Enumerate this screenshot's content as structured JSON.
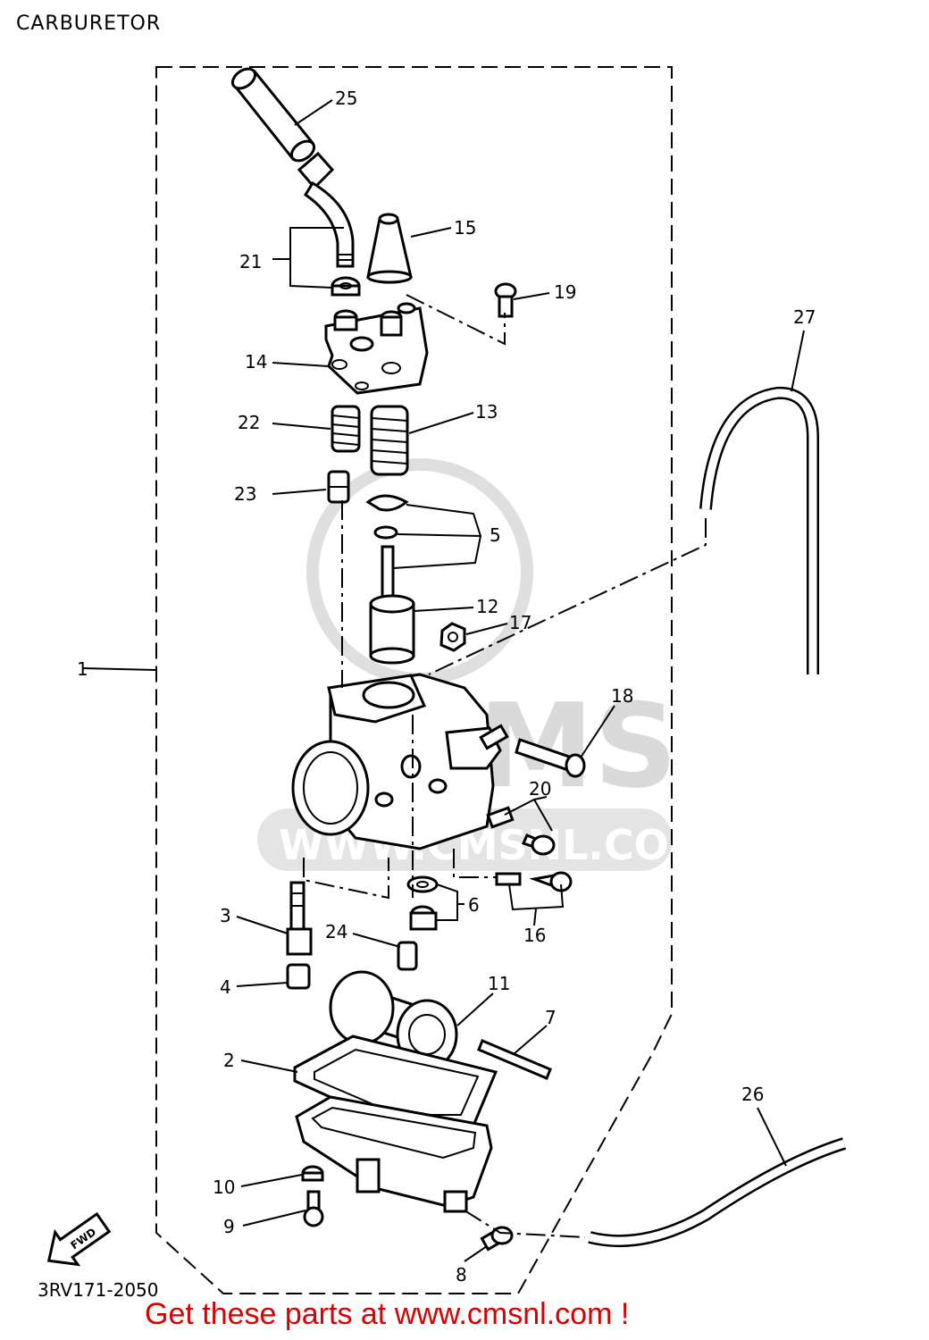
{
  "header": {
    "title": "CARBURETOR"
  },
  "footer": {
    "diagram_code": "3RV171-2050",
    "promo": "Get these parts at www.cmsnl.com !"
  },
  "watermark": {
    "text": "WWW.CMSNL.COM",
    "logo": "CMS"
  },
  "fwd_badge": "FWD",
  "callouts": {
    "n1": "1",
    "n2": "2",
    "n3": "3",
    "n4": "4",
    "n5": "5",
    "n6": "6",
    "n7": "7",
    "n8": "8",
    "n9": "9",
    "n10": "10",
    "n11": "11",
    "n12": "12",
    "n13": "13",
    "n14": "14",
    "n15": "15",
    "n16": "16",
    "n17": "17",
    "n18": "18",
    "n19": "19",
    "n20": "20",
    "n21": "21",
    "n22": "22",
    "n23": "23",
    "n24": "24",
    "n25": "25",
    "n26": "26",
    "n27": "27"
  },
  "colors": {
    "promo": "#d80000",
    "watermark": "#d6d6d6",
    "line": "#000000"
  }
}
